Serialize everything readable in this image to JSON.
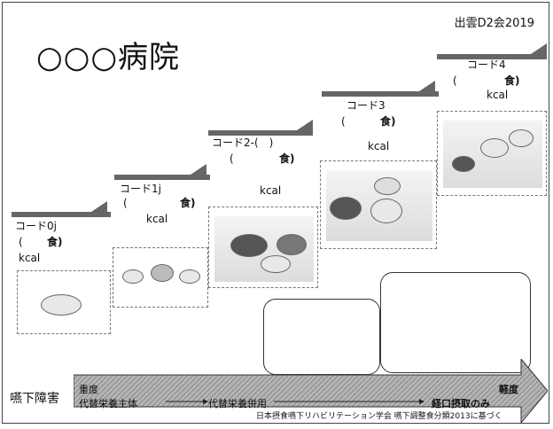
{
  "header": {
    "title": "○○○病院",
    "conference": "出雲D2会2019"
  },
  "steps": [
    {
      "code": "コード0j",
      "meal_open": "(",
      "meal": "食)",
      "kcal": "kcal"
    },
    {
      "code": "コード1j",
      "meal_open": "(",
      "meal": "食)",
      "kcal": "kcal"
    },
    {
      "code": "コード2-(　)",
      "meal_open": "(",
      "meal": "食)",
      "kcal": "kcal"
    },
    {
      "code": "コード3",
      "meal_open": "(",
      "meal": "食)",
      "kcal": "kcal"
    },
    {
      "code": "コード4",
      "meal_open": "(",
      "meal": "食)",
      "kcal": "kcal"
    }
  ],
  "bottom": {
    "axis_label": "嚥下障害",
    "left_top": "重度",
    "left_bottom": "代替栄養主体",
    "middle": "代替栄養併用",
    "right_top": "軽度",
    "right_bottom": "経口摂取のみ",
    "source": "日本摂食嚥下リハビリテーション学会 嚥下調整食分類2013に基づく"
  },
  "colors": {
    "bar": "#666666",
    "arrow": "#9a9a9a"
  }
}
